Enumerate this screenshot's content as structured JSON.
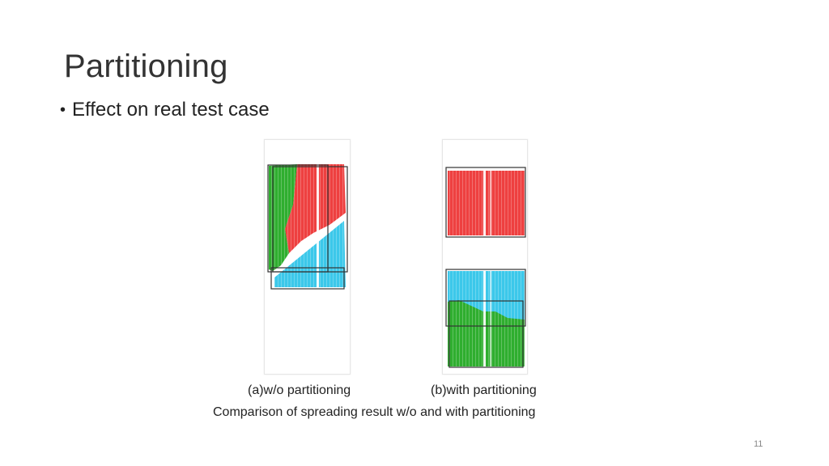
{
  "slide": {
    "title": "Partitioning",
    "bullet": "Effect on real test case",
    "page_number": "11"
  },
  "figures": {
    "a_caption": "(a)w/o partitioning",
    "b_caption": "(b)with partitioning",
    "main_caption": "Comparison of spreading result w/o and with partitioning"
  },
  "colors": {
    "red": "#ee4040",
    "green": "#2fae2f",
    "cyan": "#3cc8ea",
    "box": "#333333"
  }
}
